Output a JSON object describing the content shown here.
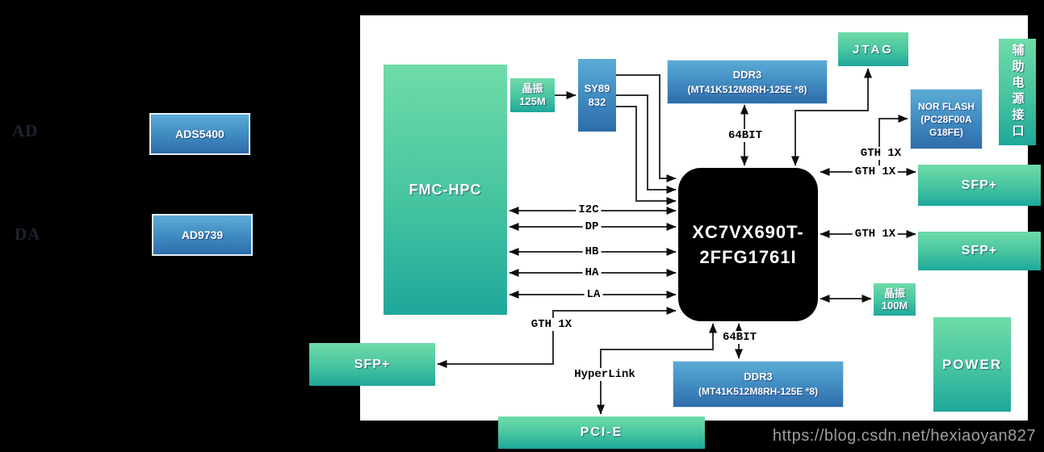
{
  "watermark": "https://blog.csdn.net/hexiaoyan827",
  "side_labels": {
    "ad": "AD",
    "da": "DA"
  },
  "blocks": {
    "ads5400": {
      "label": "ADS5400"
    },
    "ad9739": {
      "label": "AD9739"
    },
    "fmc_hpc": {
      "label": "FMC-HPC"
    },
    "osc_125m": {
      "line1": "晶振",
      "line2": "125M"
    },
    "sy89832": {
      "line1": "SY89",
      "line2": "832"
    },
    "ddr3_top": {
      "line1": "DDR3",
      "line2": "(MT41K512M8RH-125E *8)"
    },
    "jtag": {
      "label": "JTAG"
    },
    "nor_flash": {
      "line1": "NOR FLASH",
      "line2": "(PC28F00A",
      "line3": "G18FE)"
    },
    "aux_power": {
      "label": "辅助电源接口"
    },
    "fpga": {
      "line1": "XC7VX690T-",
      "line2": "2FFG1761I"
    },
    "osc_100m": {
      "line1": "晶振",
      "line2": "100M"
    },
    "sfp_right_top": {
      "label": "SFP+"
    },
    "sfp_right_bottom": {
      "label": "SFP+"
    },
    "power": {
      "label": "POWER"
    },
    "ddr3_bottom": {
      "line1": "DDR3",
      "line2": "(MT41K512M8RH-125E *8)"
    },
    "pcie": {
      "label": "PCI-E"
    },
    "sfp_bottom_left": {
      "label": "SFP+"
    }
  },
  "bus_labels": {
    "i2c": "I2C",
    "dp": "DP",
    "hb": "HB",
    "ha": "HA",
    "la": "LA",
    "gth_bottom_left": "GTH 1X",
    "hyperlink": "HyperLink",
    "bit64_top": "64BIT",
    "bit64_bottom": "64BIT",
    "gth_nor_flash": "GTH 1X",
    "gth_sfp_top": "GTH 1X",
    "gth_sfp_bottom": "GTH 1X"
  },
  "colors": {
    "background": "#000000",
    "panel": "#ffffff",
    "green_top": "#6fdba8",
    "green_bottom": "#1ea79a",
    "blue_top": "#5cabd6",
    "blue_bottom": "#2e6cab",
    "fpga_fill": "#000000",
    "wire": "#333333",
    "watermark_gray": "#9e9e9e"
  }
}
